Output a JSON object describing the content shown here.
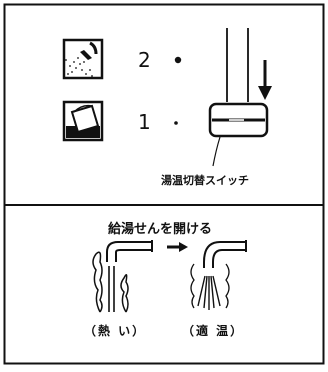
{
  "switch_panel": {
    "positions": [
      {
        "number": "2",
        "icon": "shower-icon"
      },
      {
        "number": "1",
        "icon": "bucket-icon"
      }
    ],
    "switch_label": "湯温切替スイッチ"
  },
  "hot_water_valve": {
    "title": "給湯せんを開ける",
    "states": [
      {
        "label": "（熱 い）",
        "icon": "steam-icon"
      },
      {
        "label": "（適 温）",
        "icon": "spray-icon"
      }
    ]
  }
}
